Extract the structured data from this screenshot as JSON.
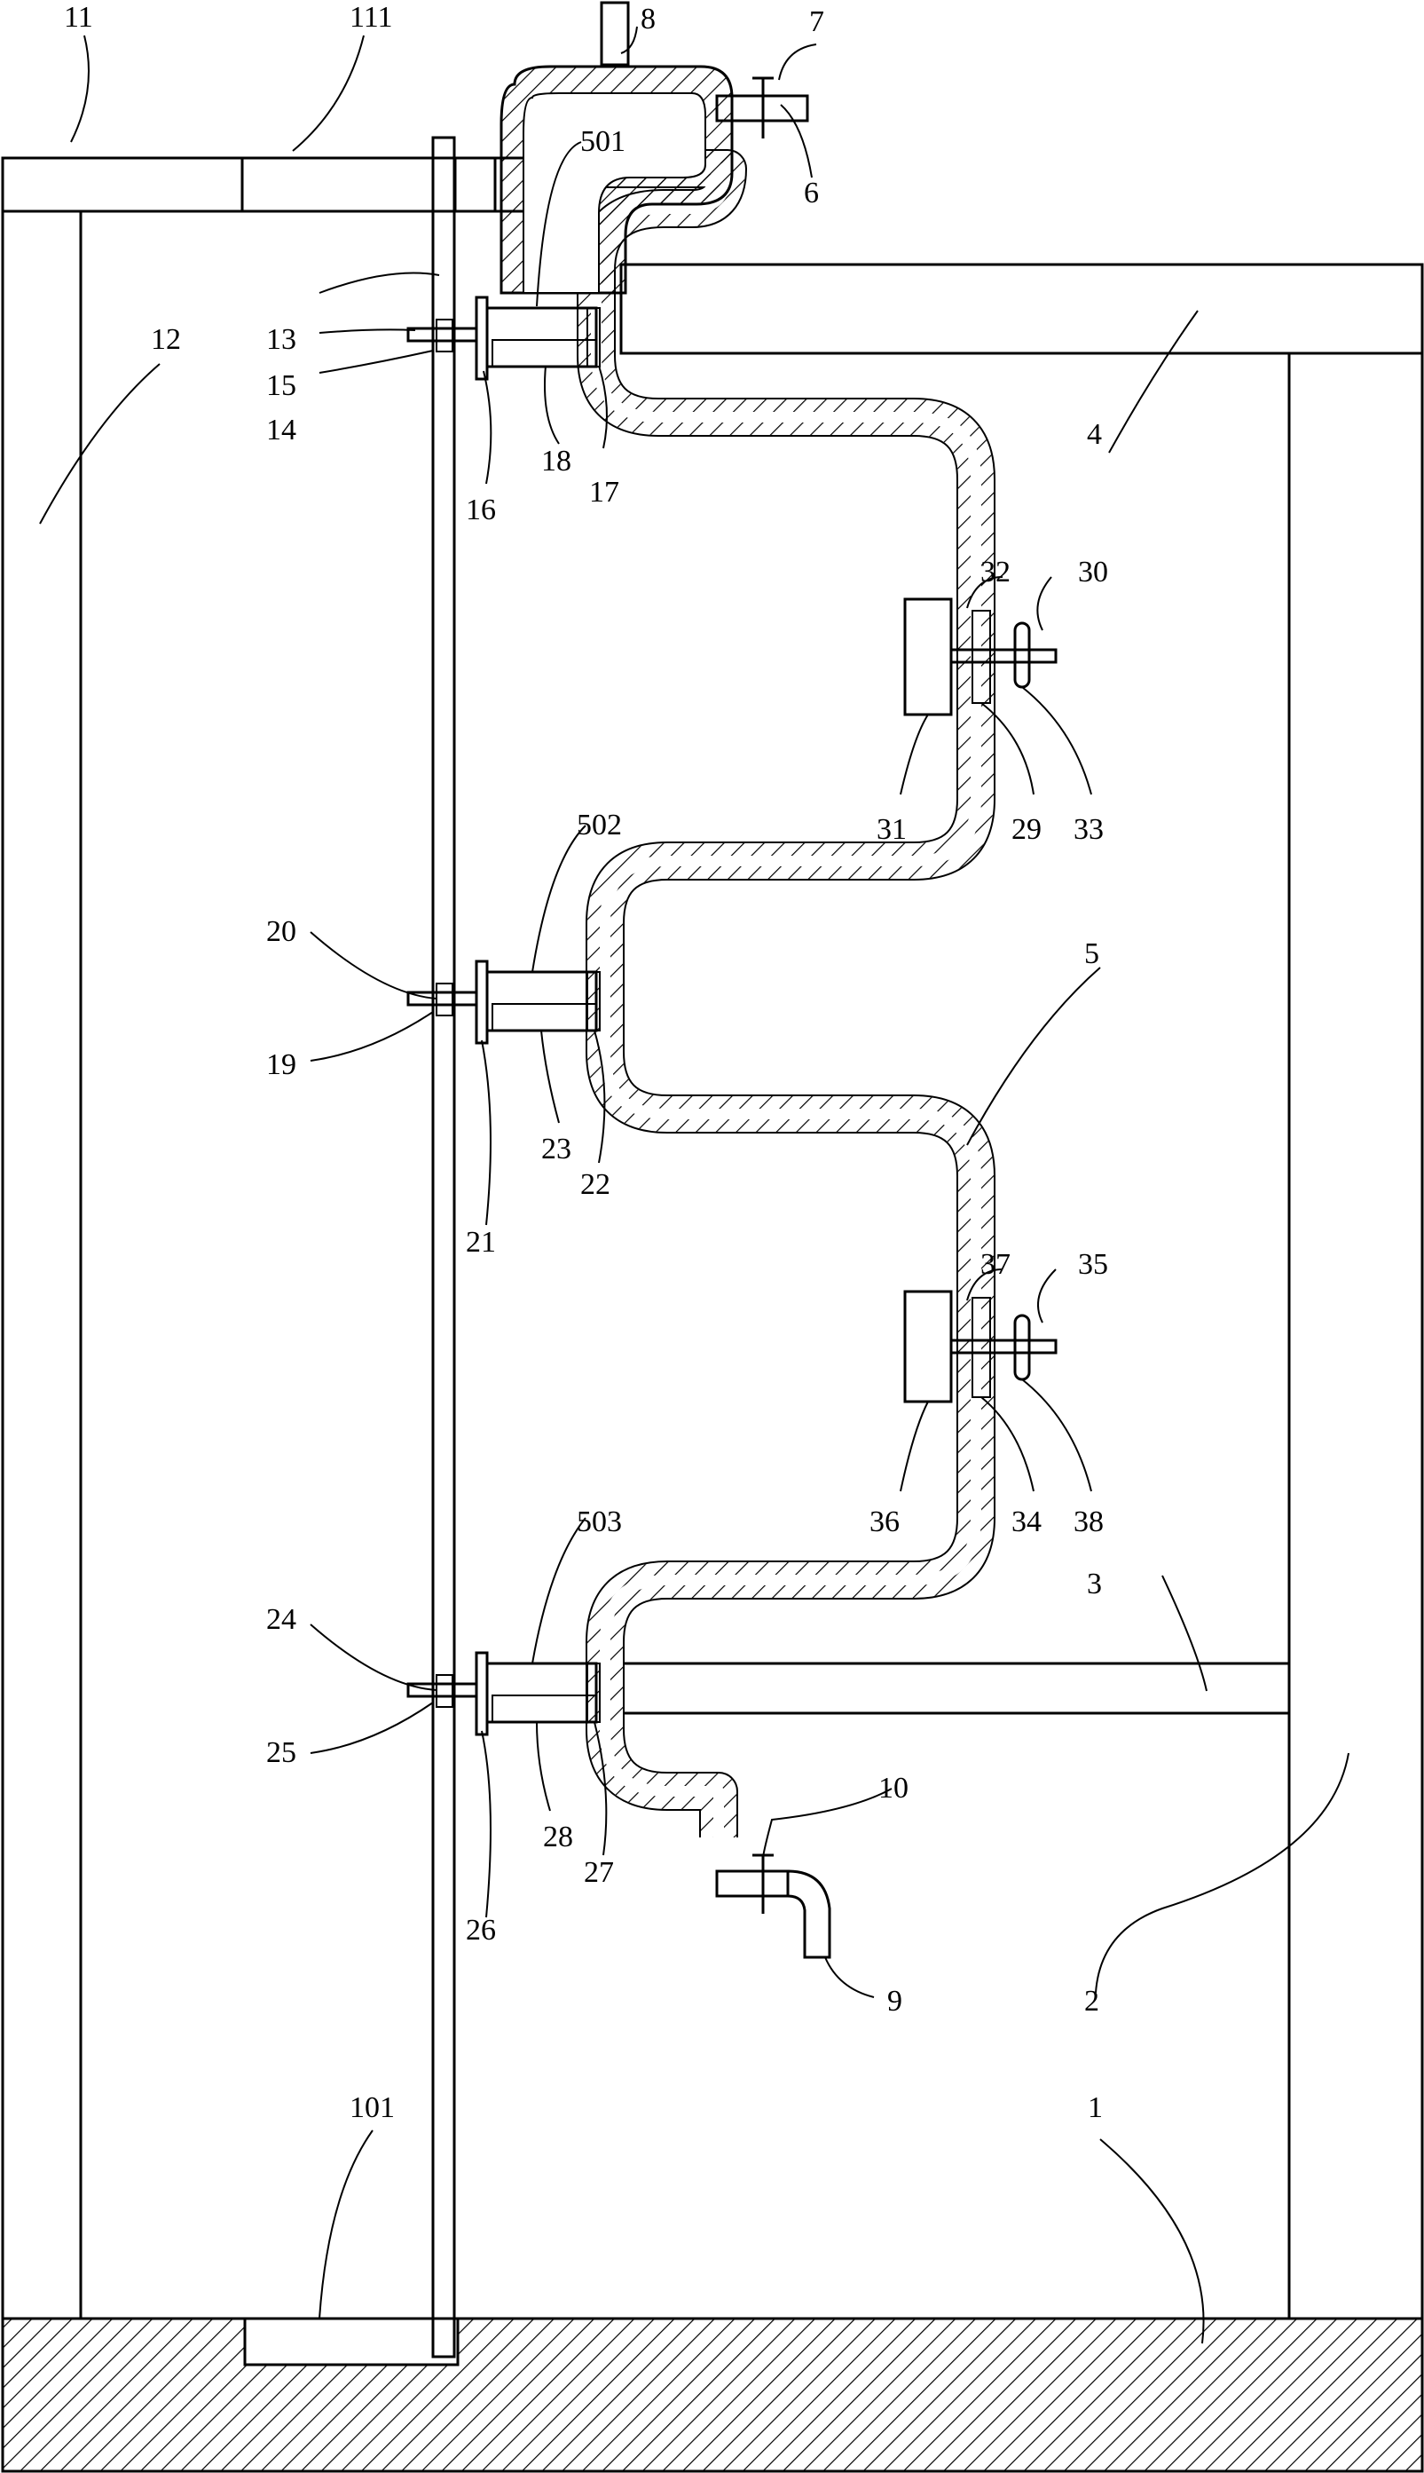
{
  "figure": {
    "labels": {
      "l1": "1",
      "l2": "2",
      "l3": "3",
      "l4": "4",
      "l5": "5",
      "l6": "6",
      "l7": "7",
      "l8": "8",
      "l9": "9",
      "l10": "10",
      "l11": "11",
      "l12": "12",
      "l13": "13",
      "l14": "14",
      "l15": "15",
      "l16": "16",
      "l17": "17",
      "l18": "18",
      "l19": "19",
      "l20": "20",
      "l21": "21",
      "l22": "22",
      "l23": "23",
      "l24": "24",
      "l25": "25",
      "l26": "26",
      "l27": "27",
      "l28": "28",
      "l29": "29",
      "l30": "30",
      "l31": "31",
      "l32": "32",
      "l33": "33",
      "l34": "34",
      "l35": "35",
      "l36": "36",
      "l37": "37",
      "l38": "38",
      "l101": "101",
      "l111": "111",
      "l501": "501",
      "l502": "502",
      "l503": "503"
    },
    "colors": {
      "line": "#000000",
      "background": "#ffffff"
    }
  }
}
